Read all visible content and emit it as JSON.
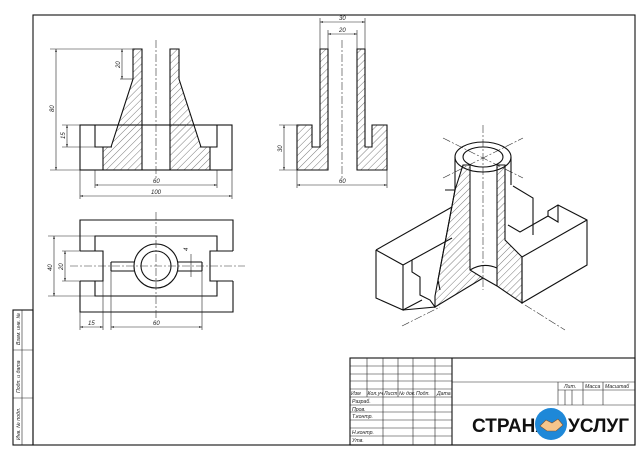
{
  "drawing": {
    "front_view": {
      "dims": {
        "height_total": "80",
        "tube_top": "20",
        "base_step": "15",
        "inner_width": "60",
        "overall_width": "100"
      }
    },
    "side_view": {
      "dims": {
        "tube_outer": "30",
        "tube_inner": "20",
        "base_height": "30",
        "base_width": "60"
      }
    },
    "top_view": {
      "dims": {
        "slot_outer": "40",
        "slot_inner": "20",
        "notch_depth": "15",
        "slot_length": "60",
        "slot_width": "4"
      }
    }
  },
  "title_block": {
    "headers": [
      "Изм",
      "Кол.уч",
      "Лист",
      "№ док.",
      "Подп.",
      "Дата"
    ],
    "roles": [
      "Разраб.",
      "Пров.",
      "Т.контр.",
      "Н.контр.",
      "Утв."
    ],
    "right_headers": [
      "Лит.",
      "Масса",
      "Масштаб"
    ]
  },
  "side_stamps": [
    "Инв. № подл.",
    "Подп. и дата",
    "Взам. инв. №"
  ],
  "logo": {
    "left": "СТРАНА",
    "right": "УСЛУГ",
    "color": "#1e88d8"
  }
}
